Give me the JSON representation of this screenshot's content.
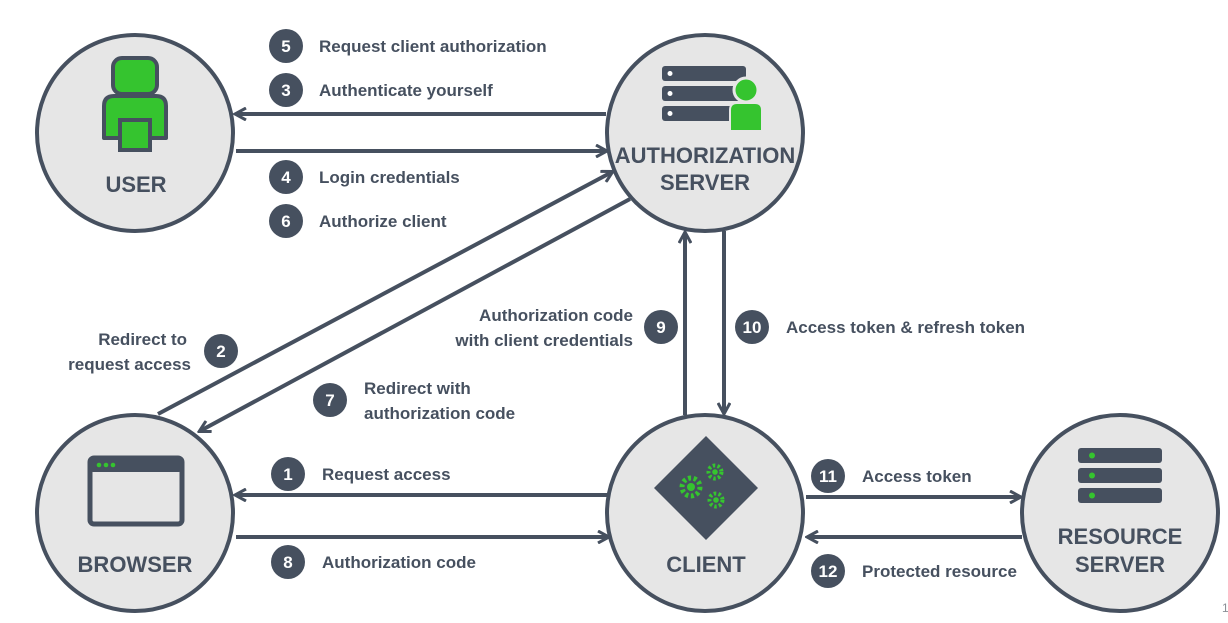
{
  "colors": {
    "dark": "#46505f",
    "node_fill": "#e6e6e6",
    "accent_green": "#35c42f",
    "background": "#ffffff"
  },
  "nodes": {
    "user": {
      "label": "USER",
      "icon": "user-icon"
    },
    "auth_server": {
      "label_line1": "AUTHORIZATION",
      "label_line2": "SERVER",
      "icon": "server-user-icon"
    },
    "browser": {
      "label": "BROWSER",
      "icon": "browser-window-icon"
    },
    "client": {
      "label": "CLIENT",
      "icon": "gears-diamond-icon"
    },
    "resource_server": {
      "label_line1": "RESOURCE",
      "label_line2": "SERVER",
      "icon": "server-icon"
    }
  },
  "steps": {
    "s1": {
      "num": "1",
      "label": "Request access"
    },
    "s2": {
      "num": "2",
      "label_line1": "Redirect to",
      "label_line2": "request access"
    },
    "s3": {
      "num": "3",
      "label": "Authenticate yourself"
    },
    "s4": {
      "num": "4",
      "label": "Login credentials"
    },
    "s5": {
      "num": "5",
      "label": "Request client authorization"
    },
    "s6": {
      "num": "6",
      "label": "Authorize client"
    },
    "s7": {
      "num": "7",
      "label_line1": "Redirect with",
      "label_line2": "authorization code"
    },
    "s8": {
      "num": "8",
      "label": "Authorization code"
    },
    "s9": {
      "num": "9",
      "label_line1": "Authorization code",
      "label_line2": "with client credentials"
    },
    "s10": {
      "num": "10",
      "label": "Access token & refresh token"
    },
    "s11": {
      "num": "11",
      "label": "Access token"
    },
    "s12": {
      "num": "12",
      "label": "Protected resource"
    }
  },
  "page_number": "1"
}
